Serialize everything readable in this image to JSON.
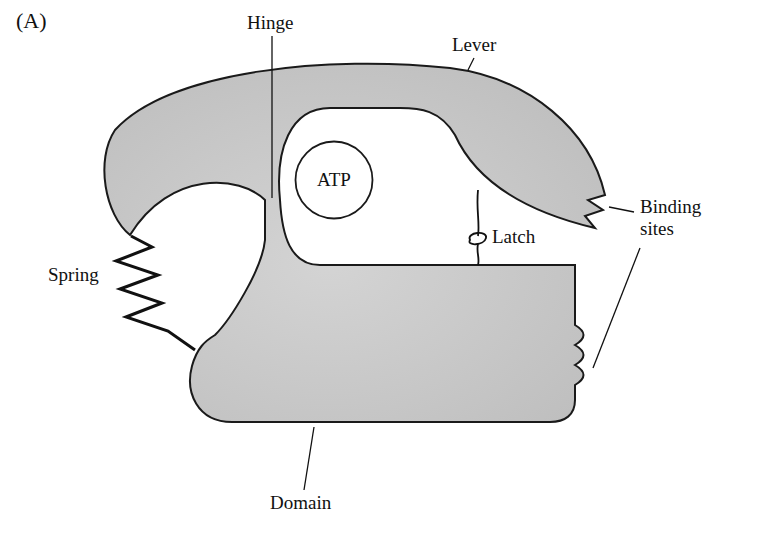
{
  "diagram": {
    "nodes": [
      {
        "text": [
          "ATP"
        ]
      }
    ],
    "labels": [
      "(A)",
      "Hinge",
      "Lever",
      "Binding sites",
      "Spring",
      "Latch",
      "Domain"
    ]
  }
}
